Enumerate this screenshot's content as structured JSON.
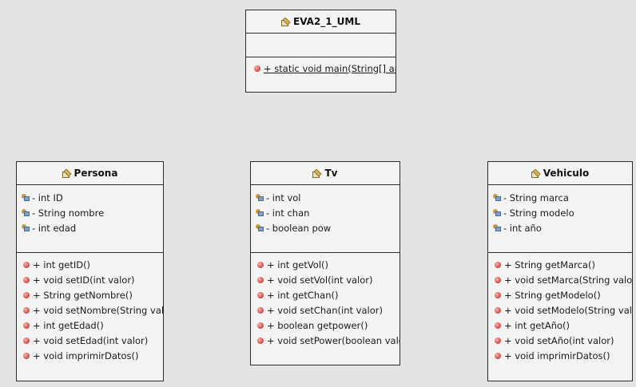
{
  "classes": {
    "main": {
      "name": "EVA2_1_UML",
      "attributes": [],
      "methods": [
        "+ static void main(String[] args"
      ]
    },
    "persona": {
      "name": "Persona",
      "attributes": [
        "- int ID",
        "- String nombre",
        "- int edad"
      ],
      "methods": [
        "+ int getID()",
        "+ void setID(int valor)",
        "+ String getNombre()",
        "+ void setNombre(String valo",
        "+ int getEdad()",
        "+ void setEdad(int valor)",
        "+ void imprimirDatos()"
      ]
    },
    "tv": {
      "name": "Tv",
      "attributes": [
        "- int vol",
        "- int chan",
        "- boolean pow"
      ],
      "methods": [
        "+ int getVol()",
        "+ void setVol(int valor)",
        "+ int getChan()",
        "+ void setChan(int valor)",
        "+ boolean getpower()",
        "+ void setPower(boolean valo"
      ]
    },
    "vehiculo": {
      "name": "Vehiculo",
      "attributes": [
        "- String marca",
        "- String modelo",
        "- int año"
      ],
      "methods": [
        "+ String getMarca()",
        "+ void setMarca(String valor)",
        "+ String getModelo()",
        "+ void setModelo(String valo",
        "+ int getAño()",
        "+ void setAño(int valor)",
        "+ void imprimirDatos()"
      ]
    }
  },
  "icons": {
    "class": "class-icon",
    "field": "field-icon",
    "method": "method-icon"
  },
  "colors": {
    "background": "#e4e4e4",
    "box": "#f4f4f4",
    "border": "#2b2b2b",
    "method_icon": "#d9534f"
  }
}
